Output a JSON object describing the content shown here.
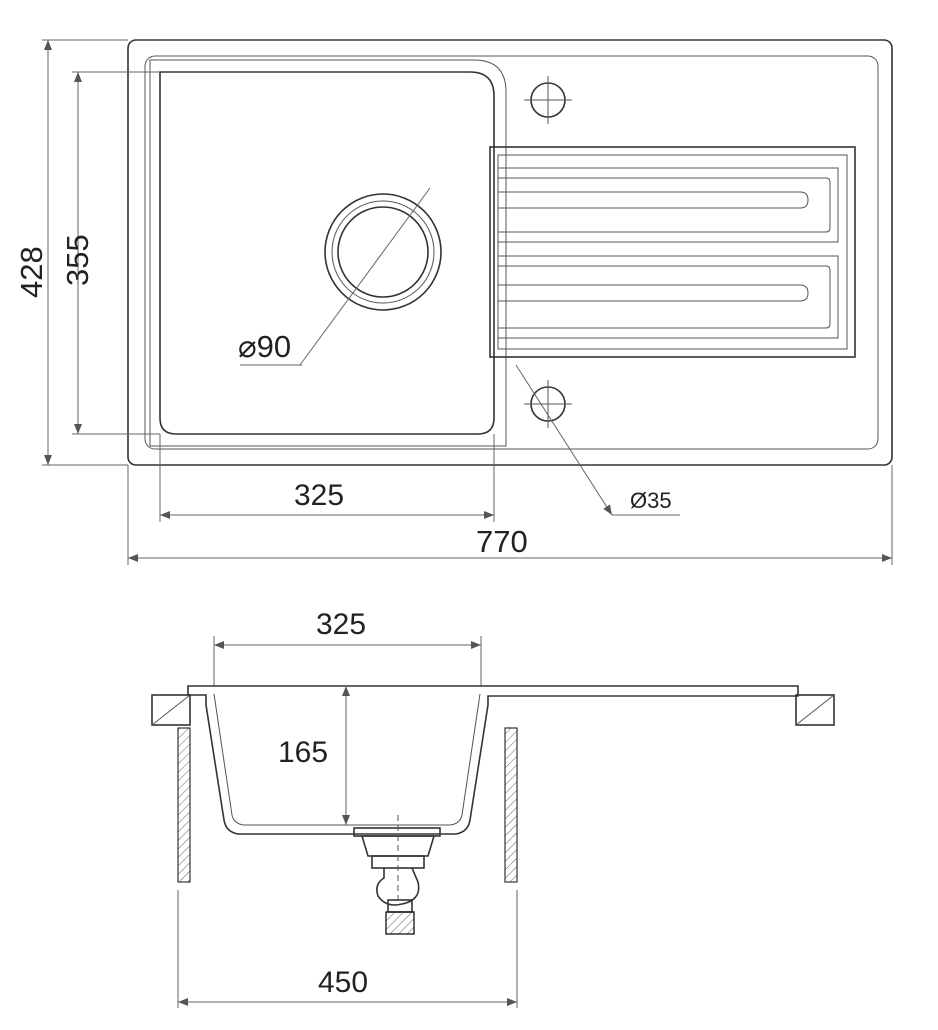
{
  "top_view": {
    "total_width": "770",
    "total_depth": "428",
    "bowl_depth": "355",
    "bowl_width": "325",
    "drain_diameter": "⌀90",
    "tap_hole_diameter": "Ø35"
  },
  "side_view": {
    "bowl_width": "325",
    "bowl_height": "165",
    "cabinet_width": "450"
  }
}
